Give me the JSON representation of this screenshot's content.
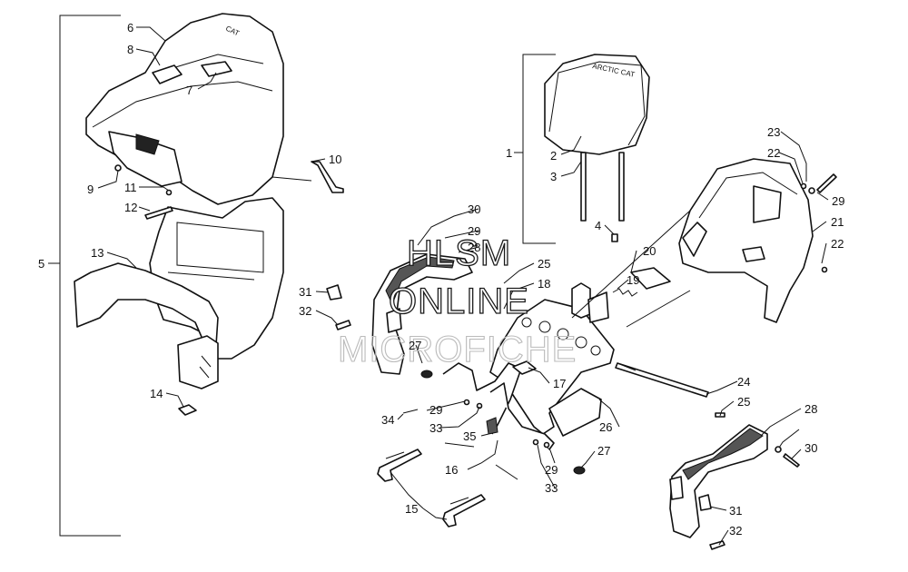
{
  "watermark": {
    "line1": "HLSM",
    "line2": "ONLINE",
    "line3": "MICROFICHE"
  },
  "callouts": {
    "c1": "1",
    "c2": "2",
    "c3": "3",
    "c4": "4",
    "c5": "5",
    "c6": "6",
    "c7": "7",
    "c8": "8",
    "c9": "9",
    "c10": "10",
    "c11": "11",
    "c12": "12",
    "c13": "13",
    "c14": "14",
    "c15": "15",
    "c16": "16",
    "c17": "17",
    "c18": "18",
    "c19": "19",
    "c20": "20",
    "c21": "21",
    "c22a": "22",
    "c22b": "22",
    "c23": "23",
    "c24": "24",
    "c25a": "25",
    "c25b": "25",
    "c26": "26",
    "c27a": "27",
    "c27b": "27",
    "c28a": "28",
    "c28b": "28",
    "c29a": "29",
    "c29b": "29",
    "c29c": "29",
    "c29d": "29",
    "c30a": "30",
    "c30b": "30",
    "c31a": "31",
    "c31b": "31",
    "c32a": "32",
    "c32b": "32",
    "c33a": "33",
    "c33b": "33",
    "c34": "34",
    "c35": "35"
  },
  "seat_logo_text": "CAT",
  "backrest_logo_text": "ARCTIC CAT"
}
